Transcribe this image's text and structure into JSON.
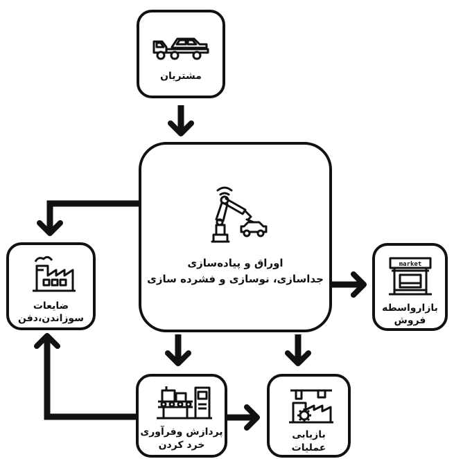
{
  "customers": {
    "label": "مشتریان",
    "icon": "tow-truck-icon"
  },
  "center": {
    "line1": "اوراق و پیاده‌سازی",
    "line2": "جداسازی، نوسازی و فشرده سازی",
    "icon": "robot-arm-icon"
  },
  "waste": {
    "line1": "ضایعات",
    "line2": "سوزاندن،دفن",
    "icon": "factory-icon"
  },
  "market": {
    "line1": "بازارواسطه",
    "line2": "فروش",
    "icon": "market-stall-icon",
    "sign": "market"
  },
  "processing": {
    "line1": "پردازش وفرآوری",
    "line2": "خرد کردن",
    "icon": "conveyor-machine-icon"
  },
  "recovery": {
    "line1": "بازیابی",
    "line2": "عملیات",
    "icon": "gear-factory-icon"
  },
  "colors": {
    "stroke": "#111111",
    "background": "#ffffff"
  }
}
